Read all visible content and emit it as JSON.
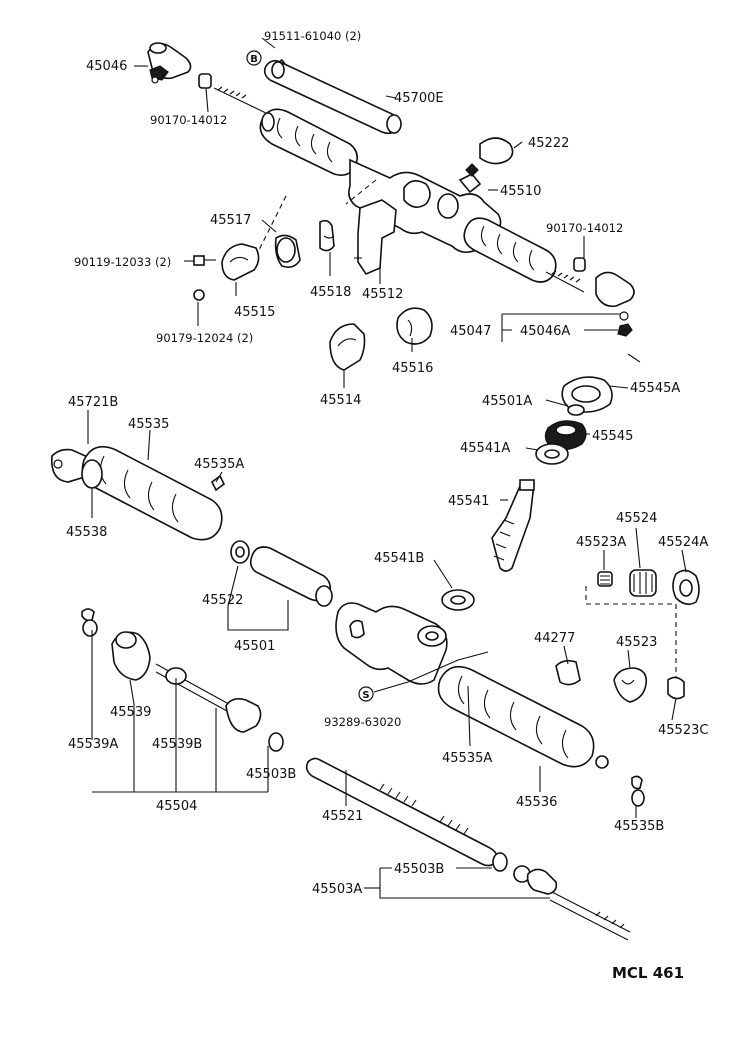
{
  "figure_code": "MCL 461",
  "labels": {
    "l_45046": "45046",
    "l_91511": "91511-61040 (2)",
    "l_b_marker": "B",
    "l_45700e": "45700E",
    "l_90170_top": "90170-14012",
    "l_45222": "45222",
    "l_45510": "45510",
    "l_45517": "45517",
    "l_90170_right": "90170-14012",
    "l_90119": "90119-12033 (2)",
    "l_45515": "45515",
    "l_45518": "45518",
    "l_45512": "45512",
    "l_90179": "90179-12024 (2)",
    "l_45047": "45047",
    "l_45046a": "45046A",
    "l_45516": "45516",
    "l_45514": "45514",
    "l_45545a": "45545A",
    "l_45721b": "45721B",
    "l_45501a": "45501A",
    "l_45535": "45535",
    "l_45545": "45545",
    "l_45541a": "45541A",
    "l_45535a_top": "45535A",
    "l_45538": "45538",
    "l_45541": "45541",
    "l_45524": "45524",
    "l_45523a": "45523A",
    "l_45524a": "45524A",
    "l_45541b": "45541B",
    "l_45522": "45522",
    "l_45501": "45501",
    "l_44277": "44277",
    "l_45523": "45523",
    "l_s_marker": "S",
    "l_93289": "93289-63020",
    "l_45539": "45539",
    "l_45523c": "45523C",
    "l_45539a": "45539A",
    "l_45539b": "45539B",
    "l_45503b_left": "45503B",
    "l_45535a_bottom": "45535A",
    "l_45536": "45536",
    "l_45504": "45504",
    "l_45521": "45521",
    "l_45535b": "45535B",
    "l_45503b": "45503B",
    "l_45503a": "45503A"
  }
}
